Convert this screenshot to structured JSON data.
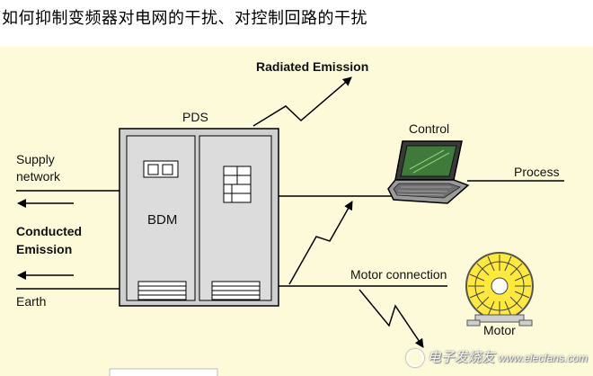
{
  "heading": "如何抑制变频器对电网的干扰、对控制回路的干扰",
  "diagram": {
    "labels": {
      "radiated_emission": "Radiated Emission",
      "pds": "PDS",
      "supply_network_line1": "Supply",
      "supply_network_line2": "network",
      "conducted_emission_line1": "Conducted",
      "conducted_emission_line2": "Emission",
      "earth": "Earth",
      "bdm": "BDM",
      "control": "Control",
      "process": "Process",
      "motor_connection": "Motor connection",
      "motor": "Motor"
    },
    "watermark": {
      "text": "电子发烧友",
      "url": "www.elecfans.com"
    }
  },
  "colors": {
    "panel_background": "#fcfad8",
    "cabinet_fill": "#cfcfcf",
    "line": "#000000"
  }
}
